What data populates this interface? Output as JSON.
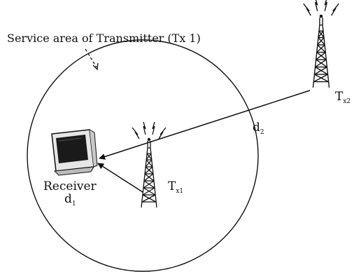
{
  "service_area_label": "Service area of Transmitter (Tx 1)",
  "receiver_label": "Receiver",
  "tx1": {
    "main": "T",
    "sub": "x1"
  },
  "tx2": {
    "main": "T",
    "sub": "x2"
  },
  "d1": {
    "main": "d",
    "sub": "1"
  },
  "d2": {
    "main": "d",
    "sub": "2"
  },
  "colors": {
    "stroke": "#111111",
    "background": "#ffffff"
  },
  "icons": {
    "transmitter": "radio-tower-icon",
    "receiver": "television-icon"
  }
}
